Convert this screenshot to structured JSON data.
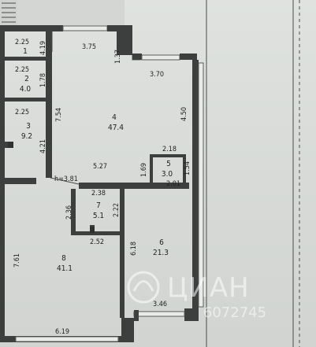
{
  "plan": {
    "rooms": [
      {
        "id": "1",
        "area": "",
        "dim_top": "2.25",
        "dim_side": "4.19"
      },
      {
        "id": "2",
        "area": "4.0",
        "dim_top": "2.25",
        "dim_side": "1.78"
      },
      {
        "id": "3",
        "area": "9.2",
        "dim_top": "2.25",
        "dim_side": "4.21"
      },
      {
        "id": "4",
        "area": "47.4"
      },
      {
        "id": "5",
        "area": "3.0"
      },
      {
        "id": "6",
        "area": "21.3"
      },
      {
        "id": "7",
        "area": "5.1"
      },
      {
        "id": "8",
        "area": "41.1"
      }
    ],
    "dims": {
      "d375": "3.75",
      "d137": "1.37",
      "d370": "3.70",
      "d754": "7.54",
      "d450": "4.50",
      "d527": "5.27",
      "d218": "2.18",
      "d169": "1.69",
      "d154": "1.54",
      "d201": "2.01",
      "ceiling": "h=3.81",
      "d238": "2.38",
      "d236": "2.36",
      "d222": "2.22",
      "d252": "2.52",
      "d618": "6.18",
      "d761": "7.61",
      "d346": "3.46",
      "d619": "6.19"
    },
    "watermark": {
      "brand": "ЦИАН",
      "code": "6072745"
    }
  }
}
